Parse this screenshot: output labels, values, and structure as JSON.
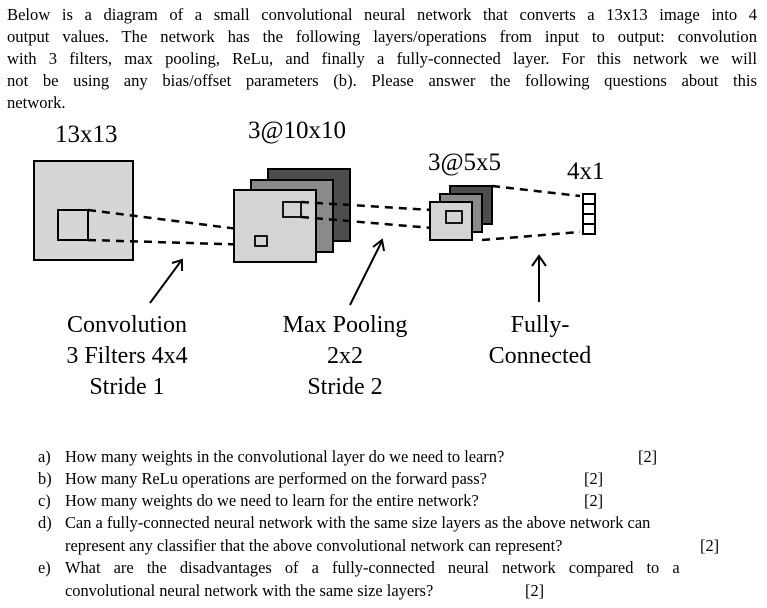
{
  "intro": {
    "lines": [
      "Below is a diagram of a small convolutional neural network that converts a 13x13 image into 4",
      "output values. The network has the following layers/operations from input to output: convolution",
      "with 3 filters, max pooling, ReLu, and finally a fully-connected layer. For this network we will",
      "not be using any bias/offset parameters (b). Please answer the following questions about this",
      "network."
    ]
  },
  "diagram": {
    "input_size": "13x13",
    "conv_size": "3@10x10",
    "pool_size": "3@5x5",
    "output_size": "4x1",
    "conv_caption": [
      "Convolution",
      "3 Filters 4x4",
      "Stride 1"
    ],
    "pool_caption": [
      "Max Pooling",
      "2x2",
      "Stride 2"
    ],
    "fc_caption": [
      "Fully-",
      "Connected"
    ]
  },
  "questions": [
    {
      "letter": "a)",
      "text": "How many weights in the convolutional layer do we need to learn?",
      "mark": "[2]"
    },
    {
      "letter": "b)",
      "text": "How many ReLu operations are performed on the forward pass?",
      "mark": "[2]"
    },
    {
      "letter": "c)",
      "text": "How many weights do we need to learn for the entire network?",
      "mark": "[2]"
    },
    {
      "letter": "d)",
      "text": "Can a fully-connected neural network with the same size layers as the above network can",
      "text2": "represent any classifier that the above convolutional network can represent?",
      "mark": "[2]"
    },
    {
      "letter": "e)",
      "text": "What are the disadvantages of a fully-connected neural network compared to a",
      "text2": "convolutional neural network with the same size layers?",
      "mark": "[2]"
    }
  ]
}
